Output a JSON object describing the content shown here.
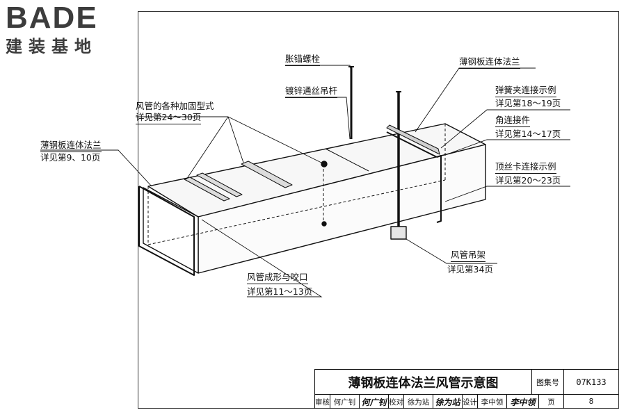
{
  "logo": {
    "brand": "BADE",
    "subtitle": "建装基地"
  },
  "labels": {
    "anchor_bolt": "胀锚螺栓",
    "threaded_rod": "镀锌通丝吊杆",
    "reinforcement_title": "风管的各种加固型式",
    "reinforcement_ref": "详见第24～30页",
    "flange_left_title": "薄钢板连体法兰",
    "flange_left_ref": "详见第9、10页",
    "flange_right_title": "薄钢板连体法兰",
    "spring_clip_title": "弹簧夹连接示例",
    "spring_clip_ref": "详见第18～19页",
    "corner_title": "角连接件",
    "corner_ref": "详见第14～17页",
    "top_screw_title": "顶丝卡连接示例",
    "top_screw_ref": "详见第20～23页",
    "hanger_title": "风管吊架",
    "hanger_ref": "详见第34页",
    "forming_title": "风管成形与咬口",
    "forming_ref": "详见第11～13页"
  },
  "title_block": {
    "drawing_title": "薄钢板连体法兰风管示意图",
    "atlas_label": "图集号",
    "atlas_number": "07K133",
    "review_label": "审核",
    "review_name": "何广钊",
    "review_sig": "何广钊",
    "check_label": "校对",
    "check_name": "徐为站",
    "check_sig": "徐为站",
    "design_label": "设计",
    "design_name": "李中领",
    "design_sig": "李中领",
    "page_label": "页",
    "page_number": "8"
  }
}
